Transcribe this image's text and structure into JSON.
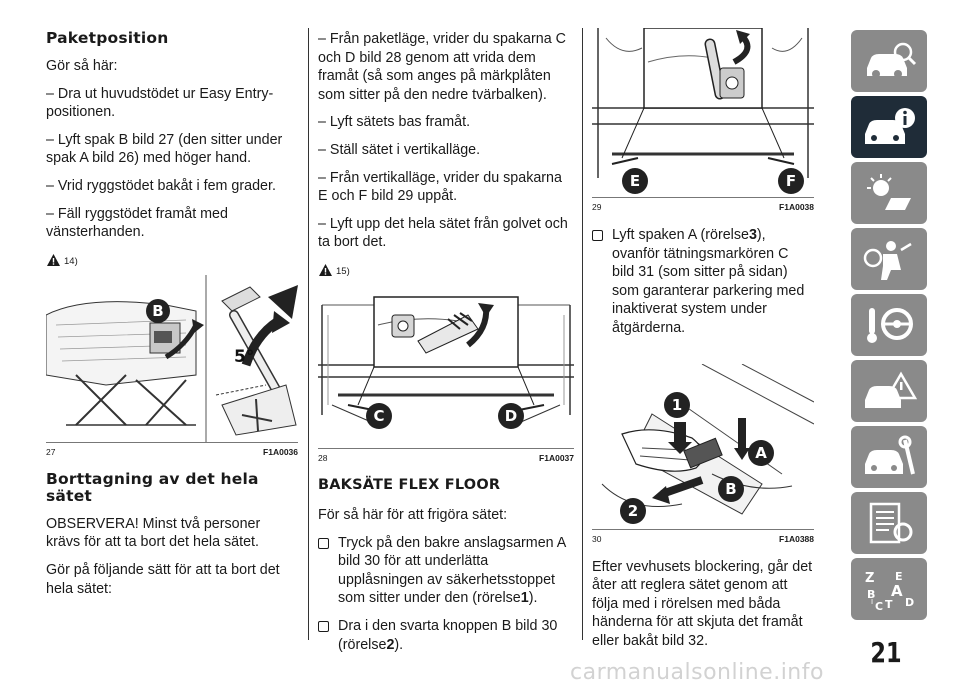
{
  "col1": {
    "heading1": "Paketposition",
    "p1": "Gör så här:",
    "p2": "– Dra ut huvudstödet ur Easy Entry-positionen.",
    "p3": "– Lyft spak B bild 27 (den sitter under spak A bild 26) med höger hand.",
    "p4": "– Vrid ryggstödet bakåt i fem grader.",
    "p5": "– Fäll ryggstödet framåt med vänsterhanden.",
    "warn_ref": "14)",
    "fig": {
      "num": "27",
      "code": "F1A0036",
      "label_b": "B",
      "angle": "5°"
    },
    "heading2": "Borttagning av det hela sätet",
    "p6": "OBSERVERA! Minst två personer krävs för att ta bort det hela sätet.",
    "p7": "Gör på följande sätt för att ta bort det hela sätet:"
  },
  "col2": {
    "p1": "– Från paketläge, vrider du spakarna C och D bild 28 genom att vrida dem framåt (så som anges på märkplåten som sitter på den nedre tvärbalken).",
    "p2": "– Lyft sätets bas framåt.",
    "p3": "– Ställ sätet i vertikalläge.",
    "p4": "– Från vertikalläge, vrider du spakarna E och F bild 29 uppåt.",
    "p5": "– Lyft upp det hela sätet från golvet och ta bort det.",
    "warn_ref": "15)",
    "fig": {
      "num": "28",
      "code": "F1A0037",
      "label_c": "C",
      "label_d": "D"
    },
    "heading": "BAKSÄTE FLEX FLOOR",
    "p6": "För så här för att frigöra sätet:",
    "b1_a": "Tryck på den bakre anslagsarmen A bild 30 för att underlätta upplåsningen av säkerhetsstoppet som sitter under den (rörelse",
    "b1_n": "1",
    "b1_c": ").",
    "b2_a": "Dra i den svarta knoppen B bild 30 (rörelse",
    "b2_n": "2",
    "b2_c": ")."
  },
  "col3": {
    "fig29": {
      "num": "29",
      "code": "F1A0038",
      "label_e": "E",
      "label_f": "F"
    },
    "b1_a": "Lyft spaken A (rörelse",
    "b1_n": "3",
    "b1_c": "), ovanför tätningsmarkören C bild 31 (som sitter på sidan) som garanterar parkering med inaktiverat system under åtgärderna.",
    "fig30": {
      "num": "30",
      "code": "F1A0388",
      "label_1": "1",
      "label_2": "2",
      "label_a": "A",
      "label_b": "B"
    },
    "p1": "Efter vevhusets blockering, går det åter att reglera sätet genom att följa med i rörelsen med båda händerna för att skjuta det framåt eller bakåt bild 32."
  },
  "sidebar": {
    "tabs": [
      {
        "icon": "car-search-icon",
        "active": false
      },
      {
        "icon": "car-info-icon",
        "active": true
      },
      {
        "icon": "warning-lights-icon",
        "active": false
      },
      {
        "icon": "airbag-person-icon",
        "active": false
      },
      {
        "icon": "steering-key-icon",
        "active": false
      },
      {
        "icon": "car-breakdown-icon",
        "active": false
      },
      {
        "icon": "car-service-icon",
        "active": false
      },
      {
        "icon": "specifications-icon",
        "active": false
      },
      {
        "icon": "alphabet-index-icon",
        "active": false
      }
    ],
    "index_letters": "Z E A B C T D"
  },
  "page_number": "21",
  "watermark": "carmanualsonline.info",
  "colors": {
    "sidebar_tab": "#8a8a8a",
    "sidebar_active": "#1f2c38",
    "label_circle": "#222222"
  }
}
